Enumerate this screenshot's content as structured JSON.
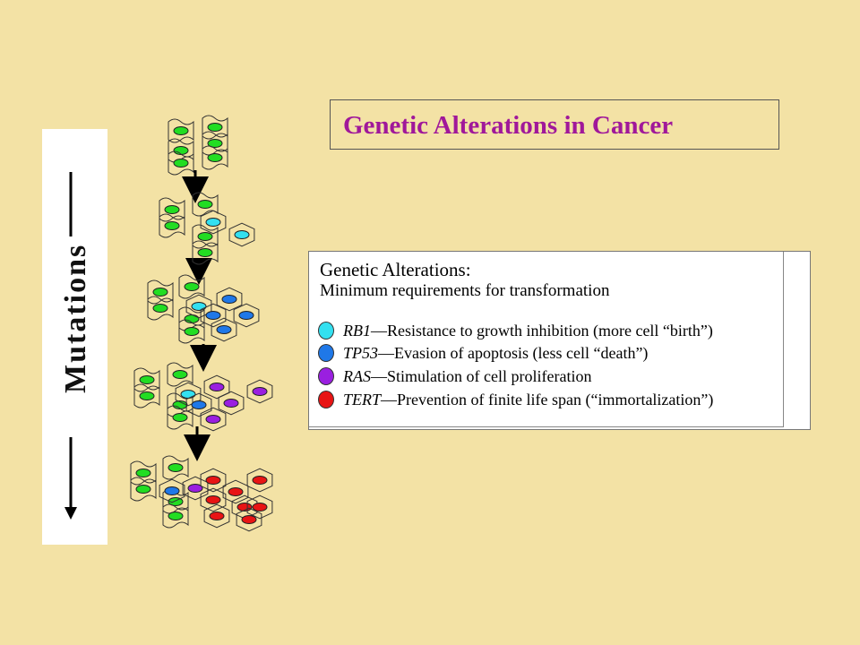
{
  "title": "Genetic Alterations in Cancer",
  "side_label": "Mutations",
  "info": {
    "heading": "Genetic Alterations:",
    "subheading": "Minimum requirements for transformation",
    "items": [
      {
        "gene": "RB1",
        "desc": "—Resistance to growth inhibition (more cell “birth”)",
        "color": "#33e0f0"
      },
      {
        "gene": "TP53",
        "desc": "—Evasion of apoptosis (less cell “death”)",
        "color": "#1f78e8"
      },
      {
        "gene": "RAS",
        "desc": "—Stimulation of cell proliferation",
        "color": "#9a1fe0"
      },
      {
        "gene": "TERT",
        "desc": "—Prevention of finite life span (“immortalization”)",
        "color": "#e81414"
      }
    ]
  },
  "colors": {
    "background": "#f3e2a5",
    "title": "#a0189a",
    "normal_cell_nucleus": "#22dd22",
    "cell_outline": "#444444"
  }
}
